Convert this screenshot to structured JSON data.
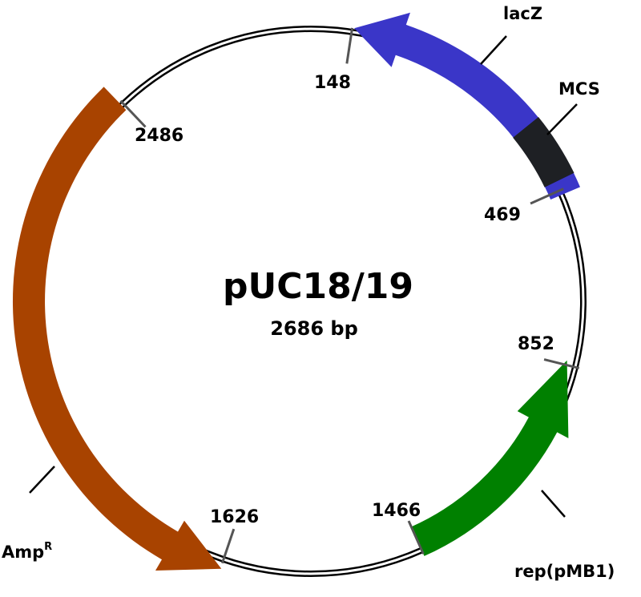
{
  "plasmid": {
    "name": "pUC18/19",
    "size_label": "2686 bp"
  },
  "features": [
    {
      "id": "lacz",
      "name": "lacZ",
      "color": "#3a36c8"
    },
    {
      "id": "mcs",
      "name": "MCS",
      "color": "#1e2024"
    },
    {
      "id": "rep",
      "name": "rep(pMB1)",
      "color": "#008000"
    },
    {
      "id": "amp",
      "name": "Amp",
      "superscript": "R",
      "color": "#a84300"
    }
  ],
  "position_markers": [
    "148",
    "469",
    "852",
    "1466",
    "1626",
    "2486"
  ]
}
